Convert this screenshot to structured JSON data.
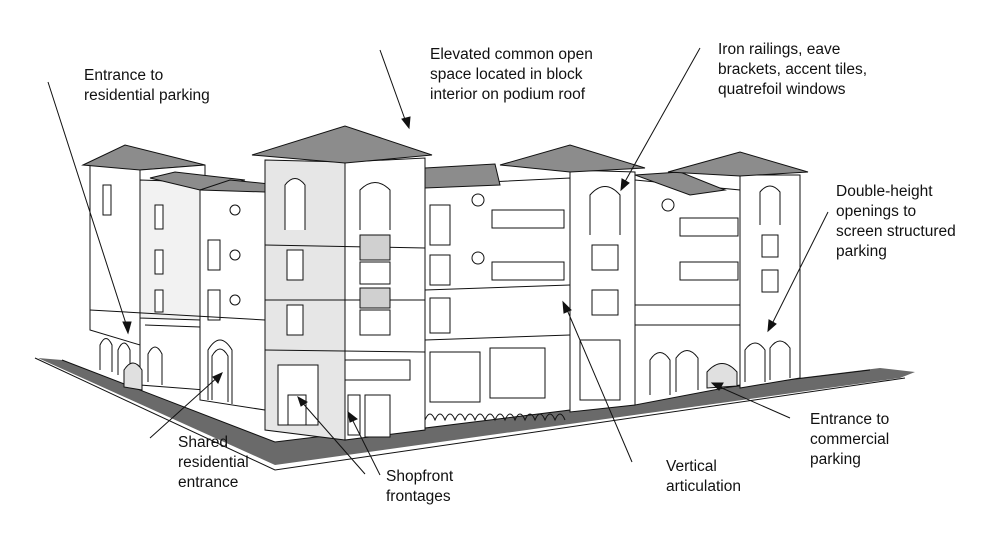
{
  "annotations": [
    {
      "id": "entrance-residential-parking",
      "text": "Entrance to\nresidential parking"
    },
    {
      "id": "elevated-open-space",
      "text": "Elevated common open\nspace located in block\ninterior on podium roof"
    },
    {
      "id": "iron-railings",
      "text": "Iron railings, eave\nbrackets, accent tiles,\nquatrefoil windows"
    },
    {
      "id": "double-height-openings",
      "text": "Double-height\nopenings  to\nscreen structured\nparking"
    },
    {
      "id": "entrance-commercial-parking",
      "text": "Entrance to\ncommercial\nparking"
    },
    {
      "id": "vertical-articulation",
      "text": "Vertical\narticulation"
    },
    {
      "id": "shopfront-frontages",
      "text": "Shopfront\nfrontages"
    },
    {
      "id": "shared-residential-entrance",
      "text": "Shared\nresidential\nentrance"
    }
  ],
  "colors": {
    "roof": "#8c8c8c",
    "sidewalk": "#666666",
    "wall": "#ffffff",
    "shade": "#e4e4e4",
    "line": "#111111"
  }
}
